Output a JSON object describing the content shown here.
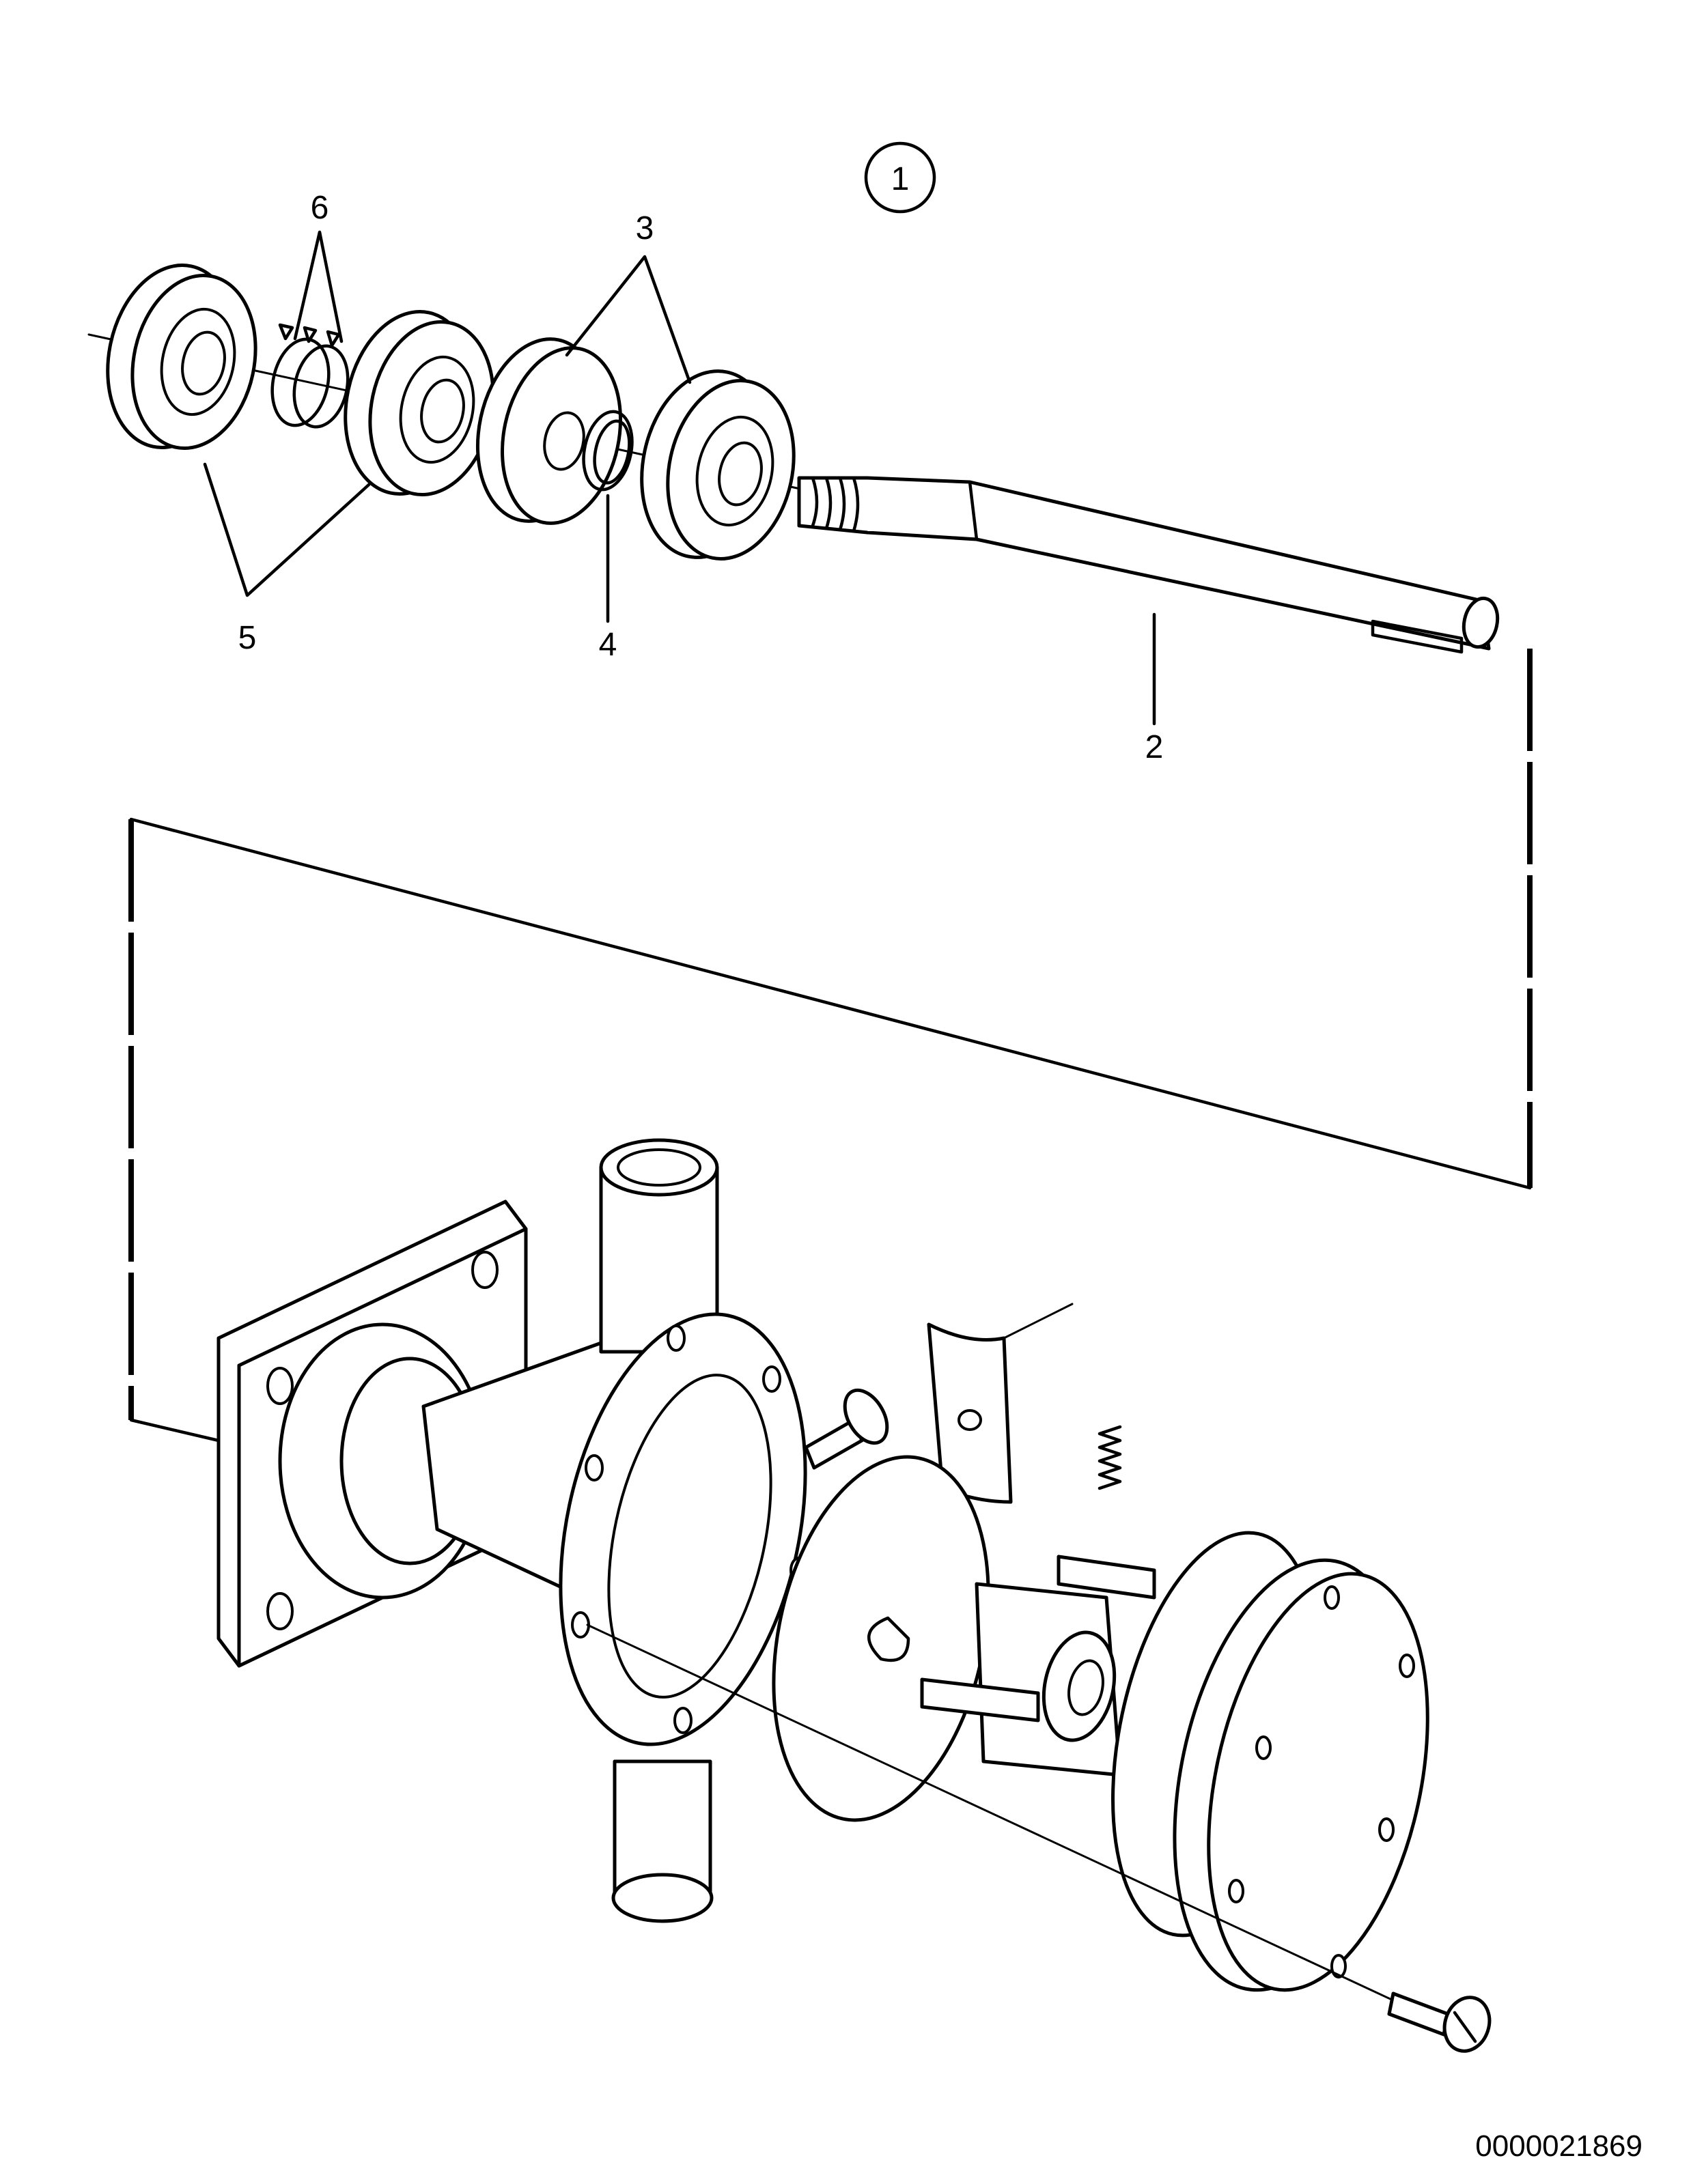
{
  "figure": {
    "view_marker": "1",
    "document_number": "0000021869"
  },
  "callouts": [
    {
      "id": "6",
      "text": "6"
    },
    {
      "id": "3",
      "text": "3"
    },
    {
      "id": "5",
      "text": "5"
    },
    {
      "id": "4",
      "text": "4"
    },
    {
      "id": "2",
      "text": "2"
    }
  ]
}
